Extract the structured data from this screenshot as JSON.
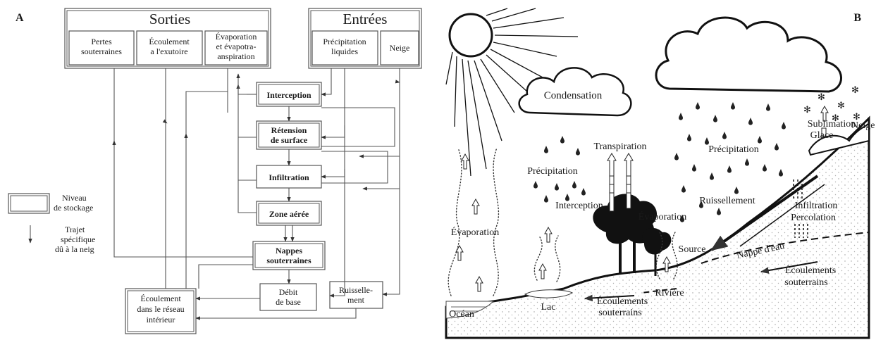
{
  "panel_a": {
    "letter": "A",
    "sorties": {
      "title": "Sorties",
      "pertes": [
        "Pertes",
        "souterraines"
      ],
      "ecoulement_exutoire": [
        "Écoulement",
        "a l'exutoire"
      ],
      "evaporation": [
        "Évaporation",
        "et évapotra-",
        "anspiration"
      ]
    },
    "entrees": {
      "title": "Entrées",
      "precipitation": [
        "Précipitation",
        "liquides"
      ],
      "neige": "Neige"
    },
    "interception": "Interception",
    "retension": [
      "Rétension",
      "de surface"
    ],
    "infiltration": "Infiltration",
    "zone_aeree": "Zone aérée",
    "nappes": [
      "Nappes",
      "souterraines"
    ],
    "debit": [
      "Débit",
      "de base"
    ],
    "ruissellement": [
      "Ruisselle-",
      "ment"
    ],
    "ecoulement_reseau": [
      "Écoulement",
      "dans le réseau",
      "intérieur"
    ],
    "legend": {
      "storage": [
        "Niveau",
        "de stockage"
      ],
      "snow_path": [
        "Trajet",
        "spécifique",
        "dû à la  neig"
      ]
    }
  },
  "panel_b": {
    "letter": "B",
    "labels": {
      "condensation": "Condensation",
      "sublimation": "Sublimation",
      "glace": "Glace",
      "neige": "Neige",
      "transpiration": "Transpiration",
      "precipitation_left": "Précipitation",
      "precipitation_right": "Précipitation",
      "interception": "Interception",
      "evaporation_left": "Évaporation",
      "evaporation_mid": "Évaporation",
      "ruissellement": "Ruissellement",
      "infiltration": "Infiltration",
      "percolation": "Percolation",
      "source": "Source",
      "nappe": "Nappe d'eau",
      "ecoulements_right": [
        "Écoulements",
        "souterrains"
      ],
      "ecoulements_bottom": [
        "Écoulements",
        "souterrains"
      ],
      "riviere": "Rivière",
      "lac": "Lac",
      "ocean": "Océan"
    }
  }
}
